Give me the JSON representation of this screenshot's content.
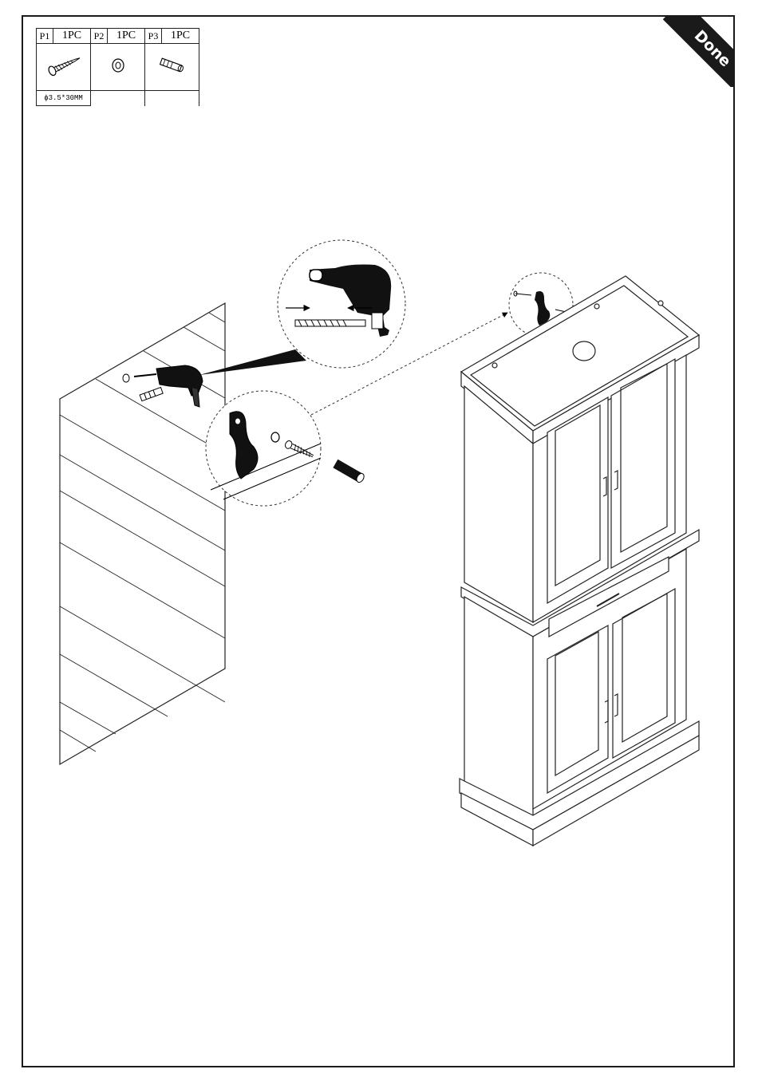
{
  "corner_label": "Done",
  "parts": [
    {
      "code": "P1",
      "qty": "1PC",
      "icon": "screw-icon",
      "spec": "ϕ3.5*30MM"
    },
    {
      "code": "P2",
      "qty": "1PC",
      "icon": "washer-icon"
    },
    {
      "code": "P3",
      "qty": "1PC",
      "icon": "wall-anchor-icon"
    }
  ]
}
